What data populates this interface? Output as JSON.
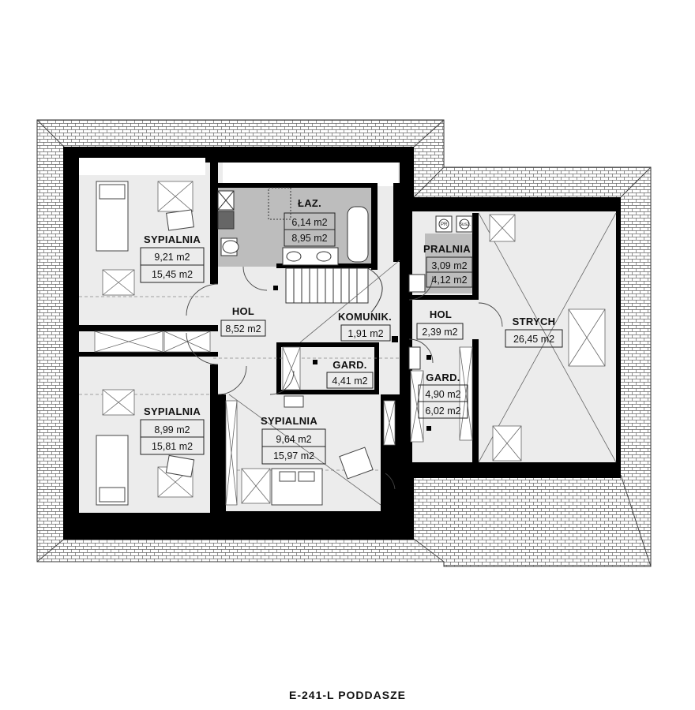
{
  "title": "E-241-L PODDASZE",
  "rooms": {
    "sypialnia1": {
      "name": "SYPIALNIA",
      "area1": "9,21 m2",
      "area2": "15,45 m2"
    },
    "lazienka": {
      "name": "ŁAZ.",
      "area1": "6,14 m2",
      "area2": "8,95 m2"
    },
    "pralnia": {
      "name": "PRALNIA",
      "area1": "3,09 m2",
      "area2": "4,12 m2"
    },
    "hol1": {
      "name": "HOL",
      "area1": "8,52 m2"
    },
    "komunik": {
      "name": "KOMUNIK.",
      "area1": "1,91 m2"
    },
    "hol2": {
      "name": "HOL",
      "area1": "2,39 m2"
    },
    "strych": {
      "name": "STRYCH",
      "area1": "26,45 m2"
    },
    "gard1": {
      "name": "GARD.",
      "area1": "4,41 m2"
    },
    "gard2": {
      "name": "GARD.",
      "area1": "4,90 m2",
      "area2": "6,02 m2"
    },
    "sypialnia2": {
      "name": "SYPIALNIA",
      "area1": "8,99 m2",
      "area2": "15,81 m2"
    },
    "sypialnia3": {
      "name": "SYPIALNIA",
      "area1": "9,64 m2",
      "area2": "15,97 m2"
    }
  },
  "appliances": {
    "washer": "PR",
    "dryer": "Susz."
  },
  "colors": {
    "wall": "#000000",
    "floor": "#ececec",
    "bath": "#bdbdbd",
    "roof": "#ffffff",
    "tile": "#555555"
  }
}
